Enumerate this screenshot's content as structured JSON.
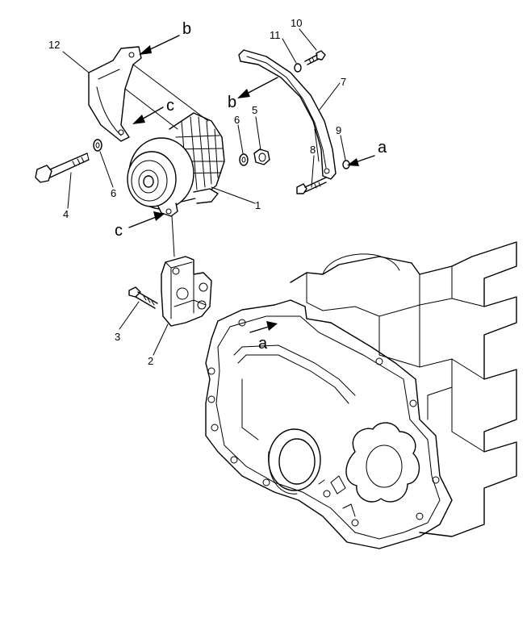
{
  "callouts": {
    "n1": "1",
    "n2": "2",
    "n3": "3",
    "n4": "4",
    "n5": "5",
    "n6a": "6",
    "n6b": "6",
    "n7": "7",
    "n8": "8",
    "n9": "9",
    "n10": "10",
    "n11": "11",
    "n12": "12"
  },
  "refs": {
    "b_top": "b",
    "b_mid": "b",
    "c_mid": "c",
    "c_low": "c",
    "a_right": "a",
    "a_engine": "a"
  },
  "colors": {
    "ink": "#000000",
    "paper": "#ffffff"
  }
}
